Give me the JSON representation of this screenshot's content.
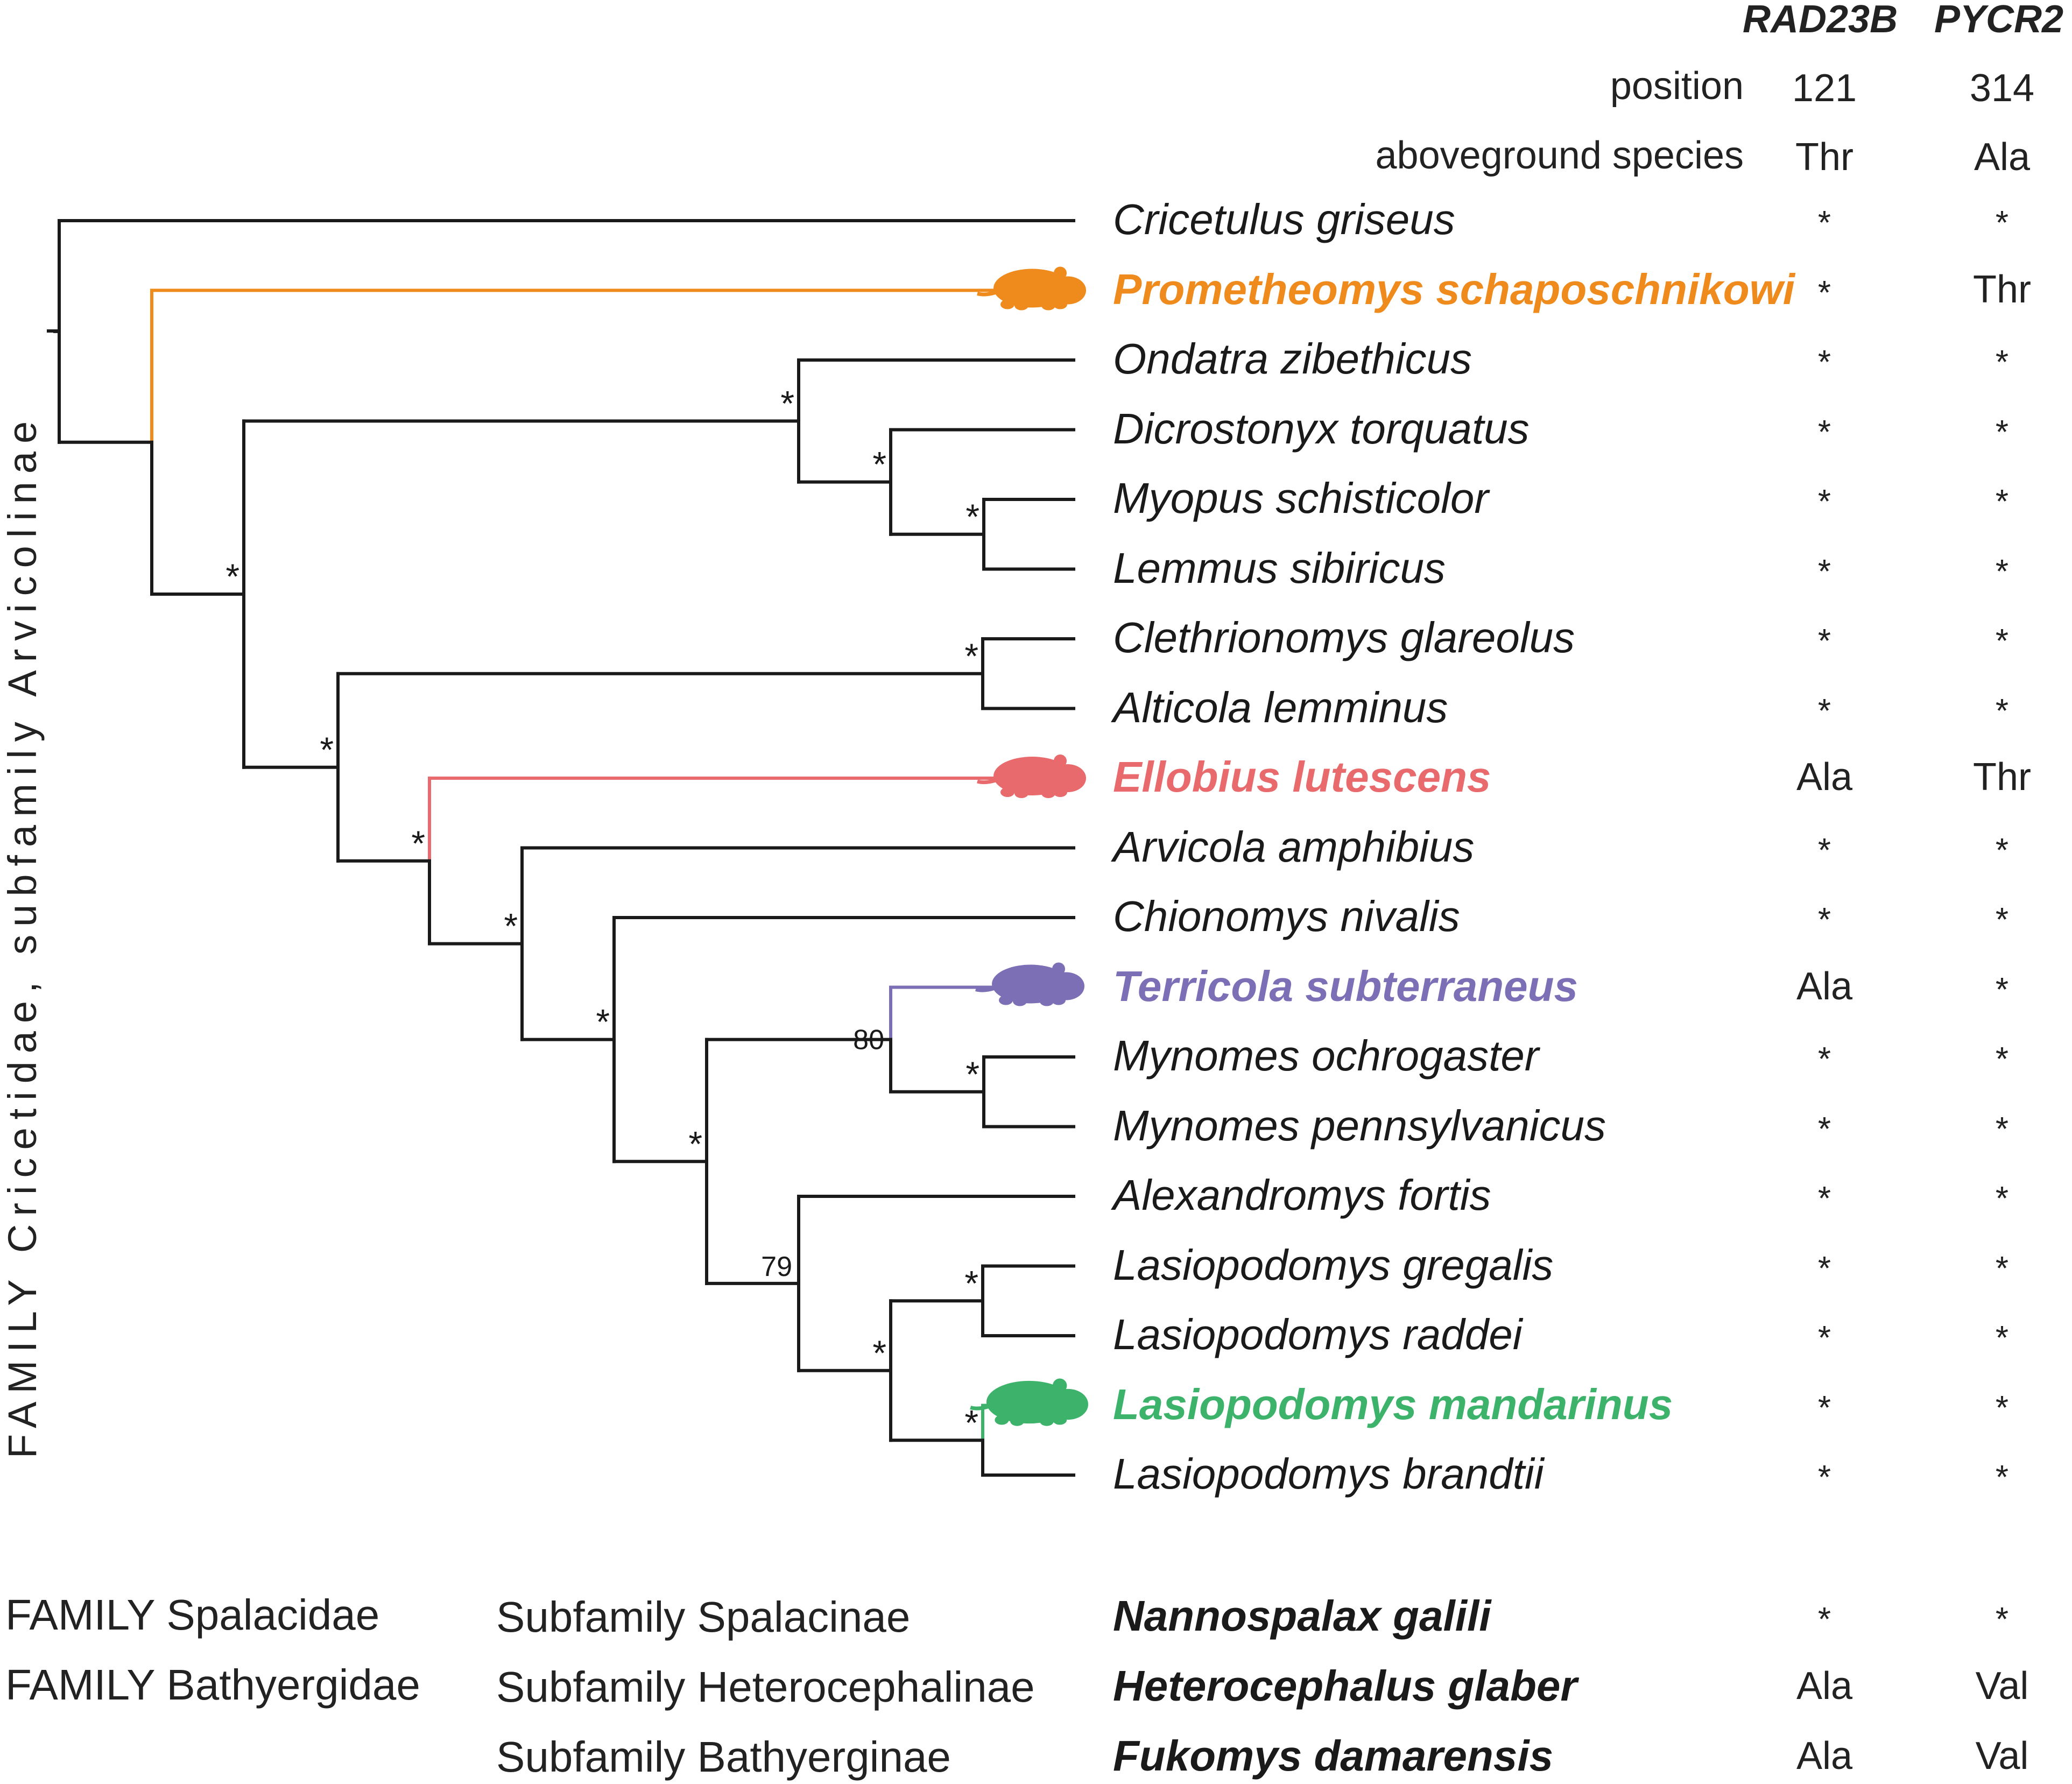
{
  "header": {
    "genes": [
      "RAD23B",
      "PYCR2"
    ],
    "position_label": "position",
    "positions": [
      "121",
      "314"
    ],
    "aboveground_label": "aboveground species",
    "aboveground_residues": [
      "Thr",
      "Ala"
    ]
  },
  "vertical_title": "FAMILY Cricetidae, subfamily Arvicolinae",
  "colors": {
    "orange": "#ef8a1d",
    "red": "#e86a6c",
    "purple": "#7c6fb5",
    "green": "#3db26a",
    "black": "#1a1a1a"
  },
  "species": [
    {
      "name": "Cricetulus griseus",
      "rad23b": "*",
      "pycr2": "*",
      "color": "black",
      "bold": false
    },
    {
      "name": "Prometheomys schaposchnikowi",
      "rad23b": "*",
      "pycr2": "Thr",
      "color": "orange",
      "bold": true,
      "icon": "mole-vole-icon"
    },
    {
      "name": "Ondatra zibethicus",
      "rad23b": "*",
      "pycr2": "*",
      "color": "black",
      "bold": false
    },
    {
      "name": "Dicrostonyx torquatus",
      "rad23b": "*",
      "pycr2": "*",
      "color": "black",
      "bold": false
    },
    {
      "name": "Myopus schisticolor",
      "rad23b": "*",
      "pycr2": "*",
      "color": "black",
      "bold": false
    },
    {
      "name": "Lemmus sibiricus",
      "rad23b": "*",
      "pycr2": "*",
      "color": "black",
      "bold": false
    },
    {
      "name": "Clethrionomys glareolus",
      "rad23b": "*",
      "pycr2": "*",
      "color": "black",
      "bold": false
    },
    {
      "name": "Alticola lemminus",
      "rad23b": "*",
      "pycr2": "*",
      "color": "black",
      "bold": false
    },
    {
      "name": "Ellobius lutescens",
      "rad23b": "Ala",
      "pycr2": "Thr",
      "color": "red",
      "bold": true,
      "icon": "mole-vole-icon"
    },
    {
      "name": "Arvicola amphibius",
      "rad23b": "*",
      "pycr2": "*",
      "color": "black",
      "bold": false
    },
    {
      "name": "Chionomys nivalis",
      "rad23b": "*",
      "pycr2": "*",
      "color": "black",
      "bold": false
    },
    {
      "name": "Terricola subterraneus",
      "rad23b": "Ala",
      "pycr2": "*",
      "color": "purple",
      "bold": true,
      "icon": "vole-icon"
    },
    {
      "name": "Mynomes ochrogaster",
      "rad23b": "*",
      "pycr2": "*",
      "color": "black",
      "bold": false
    },
    {
      "name": "Mynomes pennsylvanicus",
      "rad23b": "*",
      "pycr2": "*",
      "color": "black",
      "bold": false
    },
    {
      "name": "Alexandromys fortis",
      "rad23b": "*",
      "pycr2": "*",
      "color": "black",
      "bold": false
    },
    {
      "name": "Lasiopodomys gregalis",
      "rad23b": "*",
      "pycr2": "*",
      "color": "black",
      "bold": false
    },
    {
      "name": "Lasiopodomys raddei",
      "rad23b": "*",
      "pycr2": "*",
      "color": "black",
      "bold": false
    },
    {
      "name": "Lasiopodomys mandarinus",
      "rad23b": "*",
      "pycr2": "*",
      "color": "green",
      "bold": true,
      "icon": "mandarin-vole-icon"
    },
    {
      "name": "Lasiopodomys brandtii",
      "rad23b": "*",
      "pycr2": "*",
      "color": "black",
      "bold": false
    }
  ],
  "branch_support": {
    "all_species": "*",
    "terricola_mynomes": "80",
    "alexandromys_lasiopodomys": "79"
  },
  "outgroups": [
    {
      "family": "FAMILY Spalacidae",
      "subfamily": "Subfamily Spalacinae",
      "species": "Nannospalax galili",
      "rad23b": "*",
      "pycr2": "*"
    },
    {
      "family": "FAMILY Bathyergidae",
      "subfamily": "Subfamily Heterocephalinae",
      "species": "Heterocephalus glaber",
      "rad23b": "Ala",
      "pycr2": "Val"
    },
    {
      "family": "",
      "subfamily": "Subfamily Bathyerginae",
      "species": "Fukomys damarensis",
      "rad23b": "Ala",
      "pycr2": "Val"
    }
  ]
}
